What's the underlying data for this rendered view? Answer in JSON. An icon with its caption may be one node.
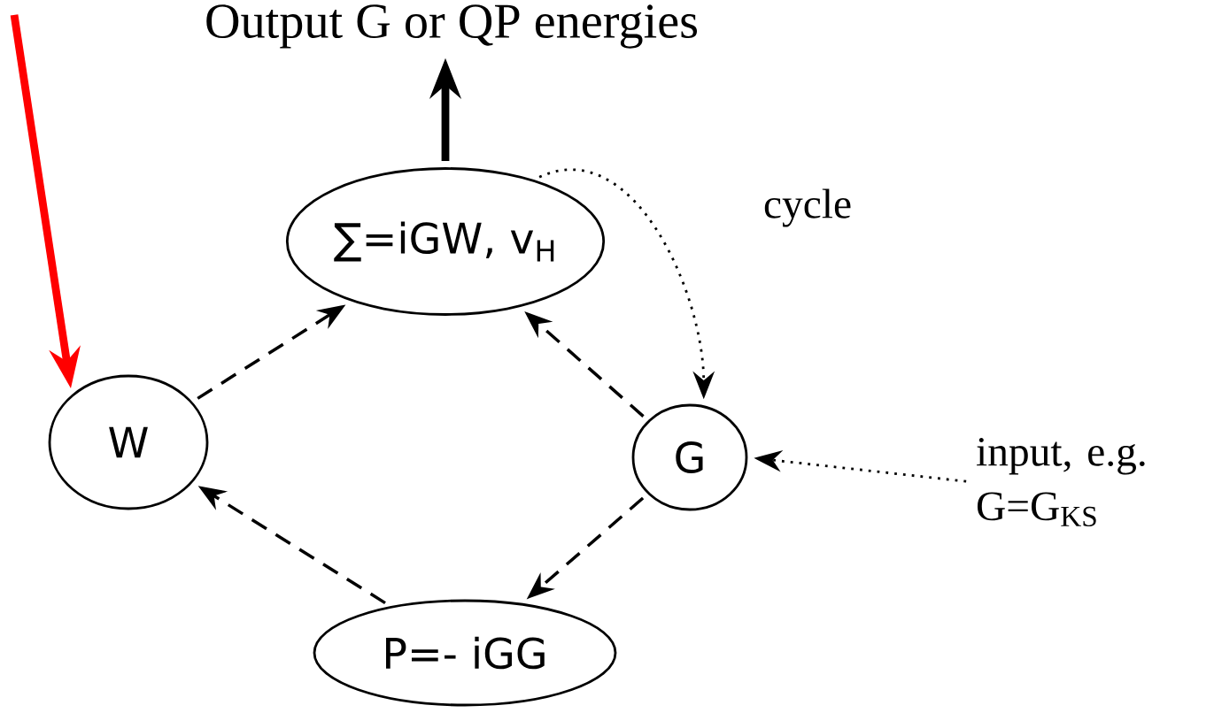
{
  "diagram": {
    "nodes": [
      {
        "text": [
          "Output G or QP energies"
        ]
      },
      {
        "text": [
          "∑=iGW, v$_{H}$"
        ]
      },
      {
        "text": [
          "W"
        ]
      },
      {
        "text": [
          "G"
        ]
      },
      {
        "text": [
          "P=- iGG"
        ]
      },
      {
        "text": [
          "input, e.g. G=G$_{KS}$"
        ]
      }
    ],
    "edges": [
      {
        "from": 1,
        "to": 0,
        "arrow": "to",
        "style": "thick"
      },
      {
        "from": 2,
        "to": 1,
        "arrow": "to",
        "style": "dashed"
      },
      {
        "from": 3,
        "to": 1,
        "arrow": "to",
        "style": "dashed"
      },
      {
        "from": 3,
        "to": 4,
        "arrow": "to",
        "style": "dashed"
      },
      {
        "from": 4,
        "to": 2,
        "arrow": "to",
        "style": "dashed"
      },
      {
        "from": 1,
        "to": 3,
        "arrow": "to",
        "style": "dashed",
        "label": "cycle"
      },
      {
        "from": 5,
        "to": 3,
        "arrow": "to",
        "style": "dashed"
      },
      {
        "from": null,
        "to": 2,
        "arrow": "to",
        "style": "thick",
        "color": "#ff0000"
      }
    ]
  }
}
